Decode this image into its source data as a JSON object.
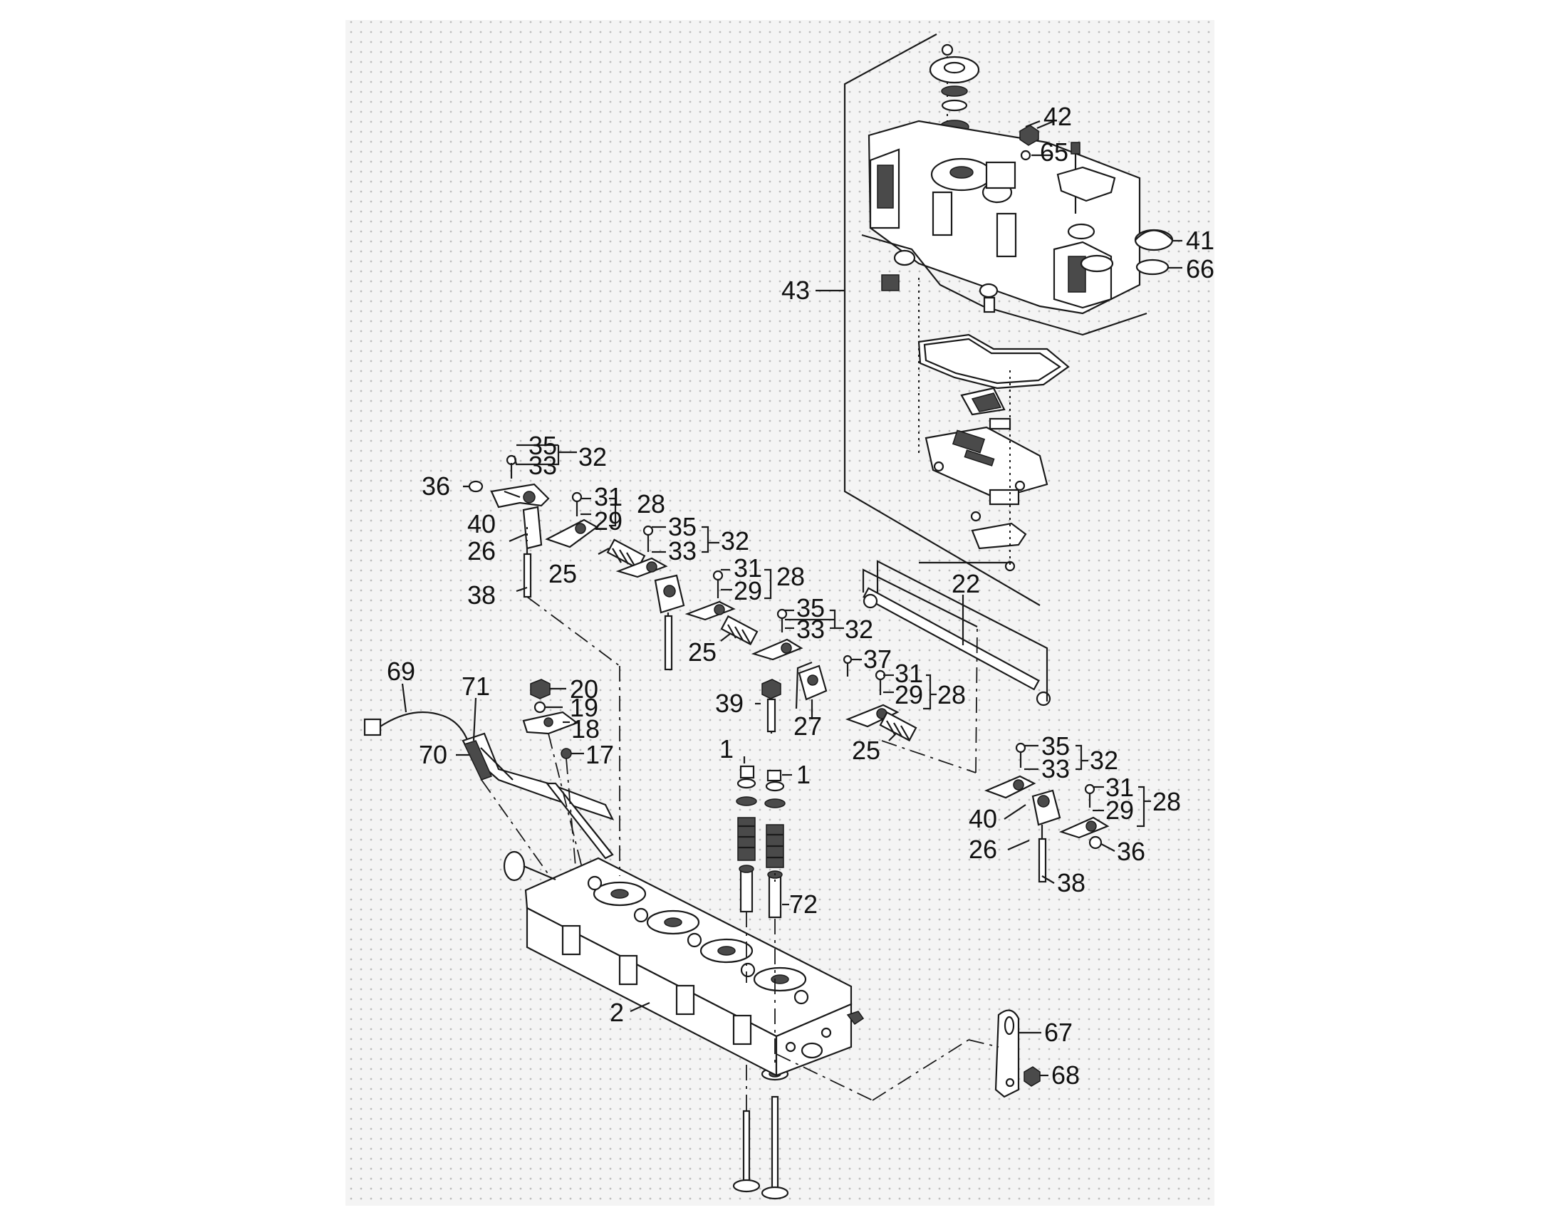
{
  "background": {
    "panel_color": "#f4f4f4",
    "dot_color": "#bdbdbd",
    "line_color": "#1a1a1a"
  },
  "callouts": {
    "c1a": "1",
    "c1b": "1",
    "c2": "2",
    "c17": "17",
    "c18": "18",
    "c19": "19",
    "c20": "20",
    "c22": "22",
    "c25a": "25",
    "c25b": "25",
    "c25c": "25",
    "c26a": "26",
    "c26b": "26",
    "c27": "27",
    "c28a": "28",
    "c28b": "28",
    "c28c": "28",
    "c28d": "28",
    "c29a": "29",
    "c29b": "29",
    "c29c": "29",
    "c29d": "29",
    "c31a": "31",
    "c31b": "31",
    "c31c": "31",
    "c31d": "31",
    "c32a": "32",
    "c32b": "32",
    "c32c": "32",
    "c32d": "32",
    "c33a": "33",
    "c33b": "33",
    "c33c": "33",
    "c33d": "33",
    "c35a": "35",
    "c35b": "35",
    "c35c": "35",
    "c35d": "35",
    "c36a": "36",
    "c36b": "36",
    "c37": "37",
    "c38a": "38",
    "c38b": "38",
    "c39": "39",
    "c40a": "40",
    "c40b": "40",
    "c41": "41",
    "c42": "42",
    "c43": "43",
    "c65": "65",
    "c66": "66",
    "c67": "67",
    "c68": "68",
    "c69": "69",
    "c70": "70",
    "c71": "71",
    "c72": "72"
  }
}
